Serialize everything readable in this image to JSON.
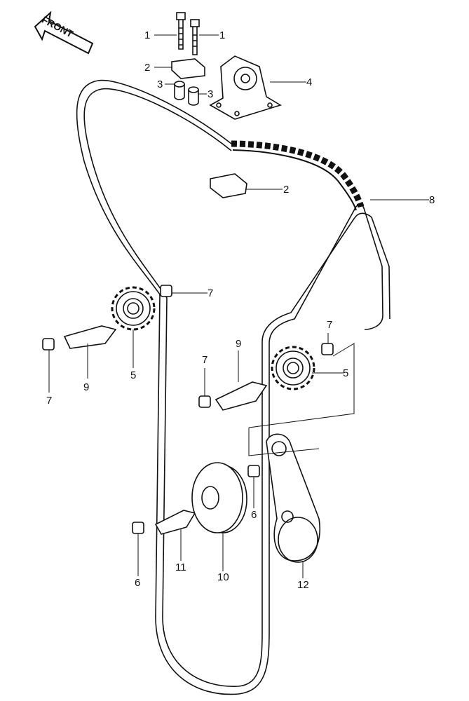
{
  "title": "Camshaft Chain / Tensioner Parts Diagram",
  "front_label": "FRONT",
  "callouts": [
    {
      "id": "c1a",
      "num": "1"
    },
    {
      "id": "c1b",
      "num": "1"
    },
    {
      "id": "c2a",
      "num": "2"
    },
    {
      "id": "c3a",
      "num": "3"
    },
    {
      "id": "c3b",
      "num": "3"
    },
    {
      "id": "c4",
      "num": "4"
    },
    {
      "id": "c2b",
      "num": "2"
    },
    {
      "id": "c8",
      "num": "8"
    },
    {
      "id": "c7a",
      "num": "7"
    },
    {
      "id": "c7b",
      "num": "7"
    },
    {
      "id": "c9a",
      "num": "9"
    },
    {
      "id": "c5a",
      "num": "5"
    },
    {
      "id": "c7c",
      "num": "7"
    },
    {
      "id": "c9b",
      "num": "9"
    },
    {
      "id": "c7d",
      "num": "7"
    },
    {
      "id": "c5b",
      "num": "5"
    },
    {
      "id": "c6a",
      "num": "6"
    },
    {
      "id": "c6b",
      "num": "6"
    },
    {
      "id": "c11",
      "num": "11"
    },
    {
      "id": "c10",
      "num": "10"
    },
    {
      "id": "c12",
      "num": "12"
    }
  ]
}
